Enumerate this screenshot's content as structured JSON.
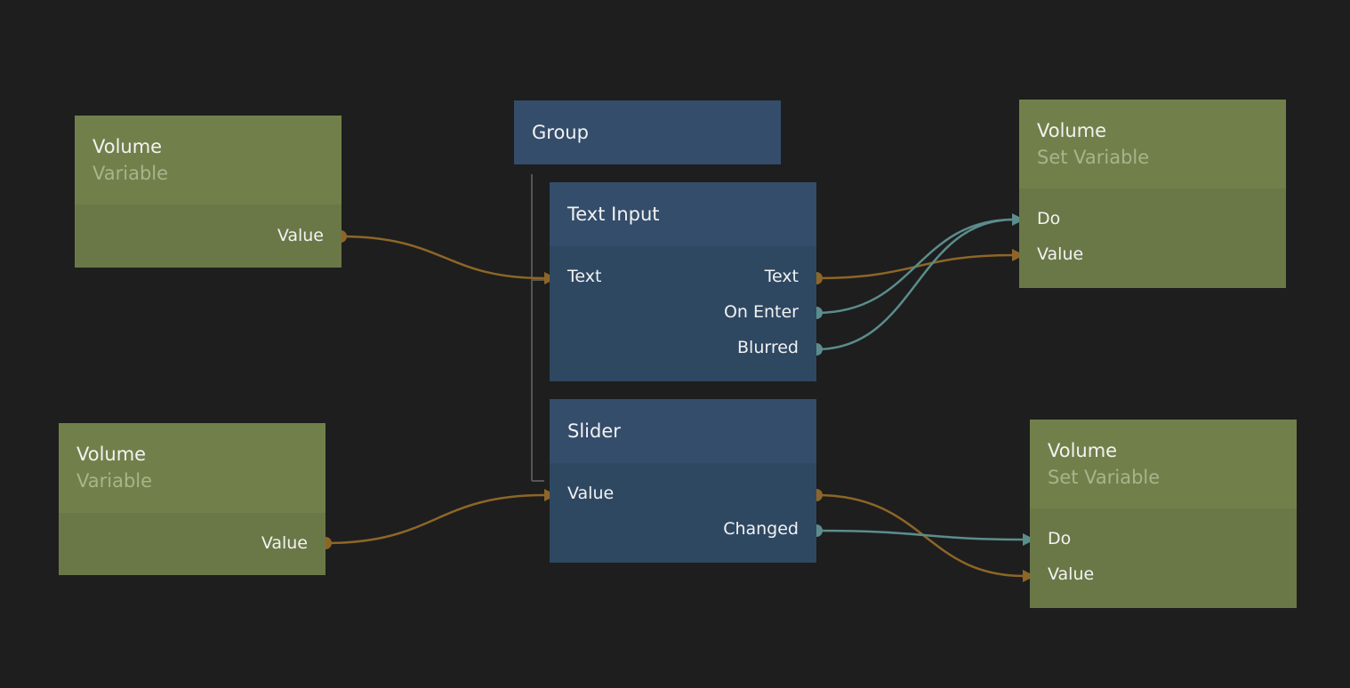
{
  "colors": {
    "background": "#1e1e1e",
    "variable_node": "#71804a",
    "visual_node": "#344d6a",
    "value_wire": "#8d6627",
    "signal_wire": "#5b8d8c"
  },
  "nodes": {
    "var1": {
      "title": "Volume",
      "subtitle": "Variable",
      "outputs": [
        "Value"
      ]
    },
    "var2": {
      "title": "Volume",
      "subtitle": "Variable",
      "outputs": [
        "Value"
      ]
    },
    "group": {
      "title": "Group"
    },
    "text_input": {
      "title": "Text Input",
      "inputs": [
        "Text"
      ],
      "outputs": [
        "Text",
        "On Enter",
        "Blurred"
      ]
    },
    "slider": {
      "title": "Slider",
      "inputs": [
        "Value"
      ],
      "outputs": [
        "Changed"
      ]
    },
    "setvar1": {
      "title": "Volume",
      "subtitle": "Set Variable",
      "inputs": [
        "Do",
        "Value"
      ]
    },
    "setvar2": {
      "title": "Volume",
      "subtitle": "Set Variable",
      "inputs": [
        "Do",
        "Value"
      ]
    }
  }
}
